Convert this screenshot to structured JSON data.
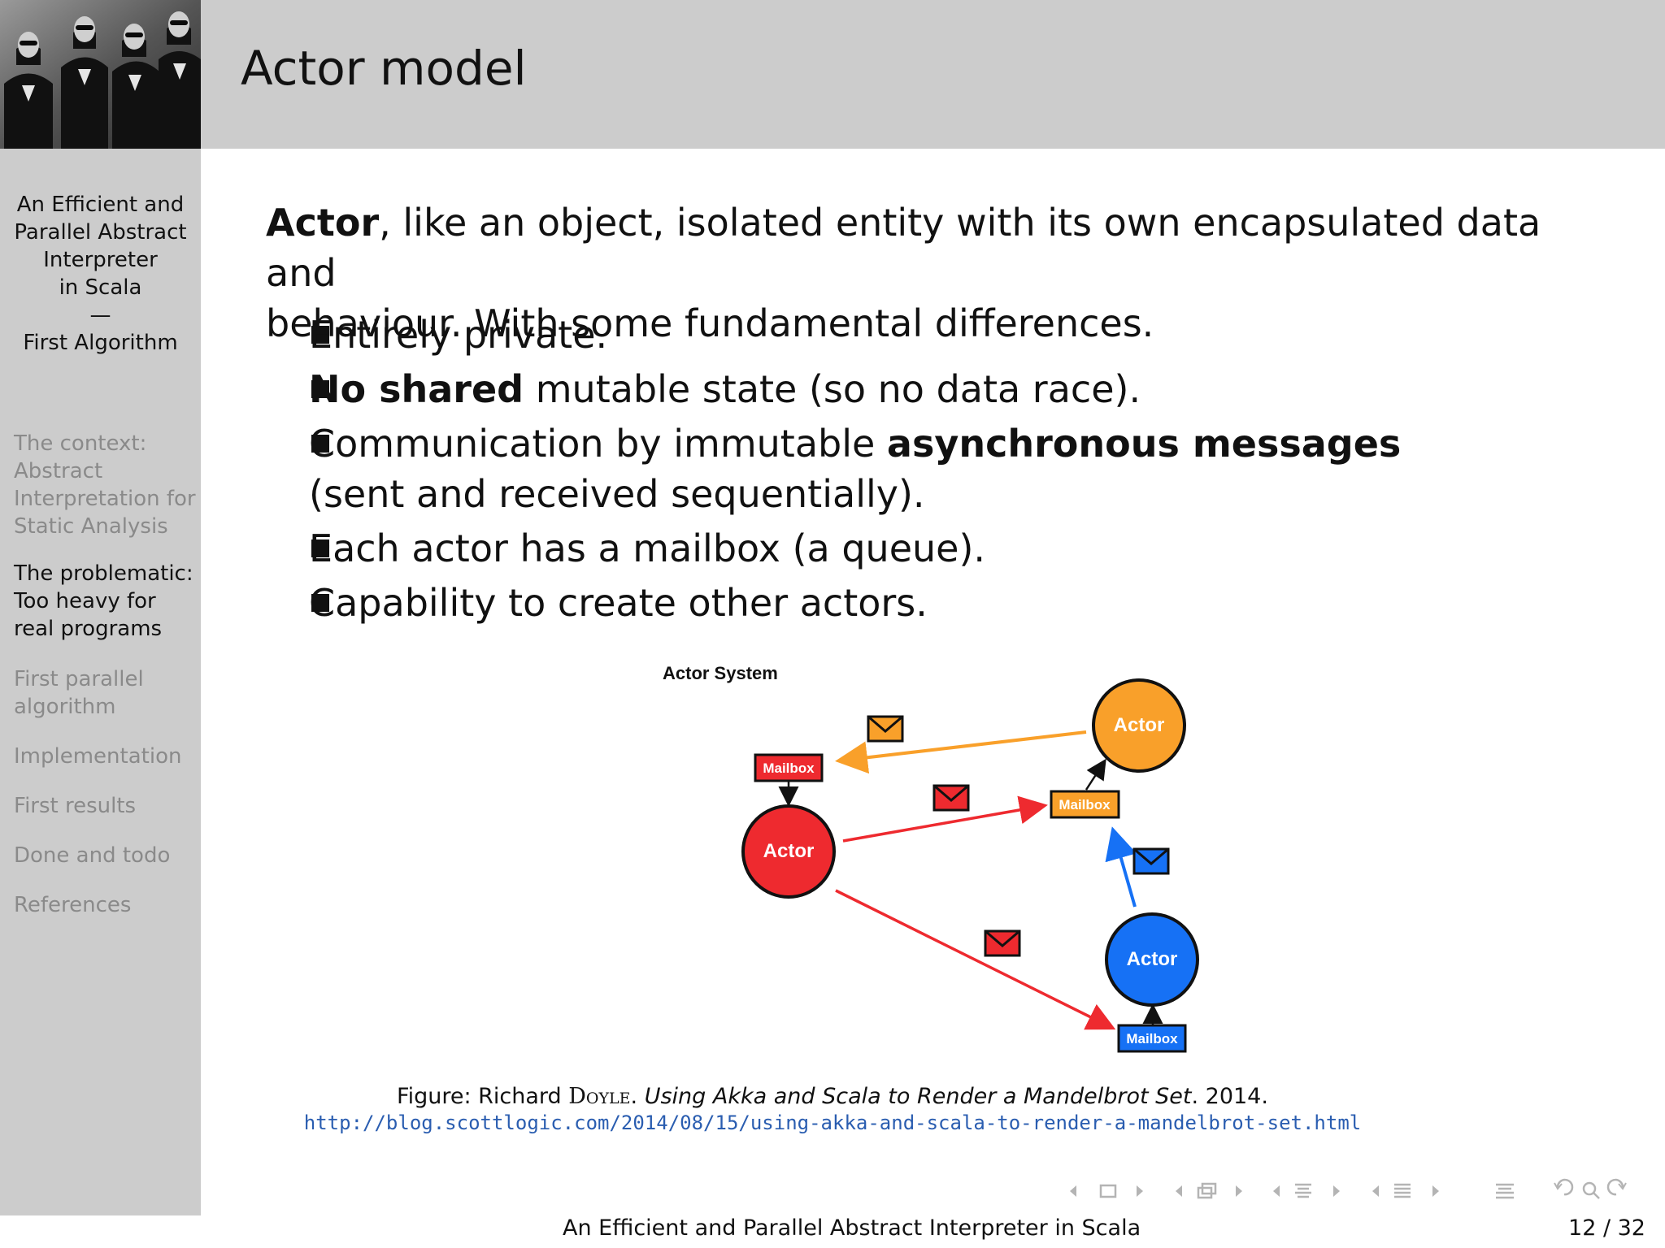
{
  "slide": {
    "title": "Actor model"
  },
  "sidebar": {
    "talk_title_lines": [
      "An Efficient and",
      "Parallel Abstract",
      "Interpreter",
      "in Scala",
      "—",
      "First Algorithm"
    ],
    "sections": [
      {
        "label_lines": [
          "The context:",
          "Abstract",
          "Interpretation for",
          "Static Analysis"
        ],
        "active": false
      },
      {
        "label_lines": [
          "The problematic:",
          "Too heavy for",
          "real programs"
        ],
        "active": true
      },
      {
        "label_lines": [
          "First parallel",
          "algorithm"
        ],
        "active": false
      },
      {
        "label_lines": [
          "Implementation"
        ],
        "active": false
      },
      {
        "label_lines": [
          "First results"
        ],
        "active": false
      },
      {
        "label_lines": [
          "Done and todo"
        ],
        "active": false
      },
      {
        "label_lines": [
          "References"
        ],
        "active": false
      }
    ]
  },
  "content": {
    "intro_bold": "Actor",
    "intro_rest_line1": ", like an object, isolated entity with its own encapsulated data and",
    "intro_line2": "behaviour.  With some fundamental differences.",
    "bullets": {
      "b1": "Entirely private.",
      "b2_bold": "No shared",
      "b2_rest": " mutable state (so no data race).",
      "b3_pre": "Communication by immutable ",
      "b3_bold": "asynchronous messages",
      "b3_line2": "(sent and received sequentially).",
      "b4": "Each actor has a mailbox (a queue).",
      "b5": "Capability to create other actors."
    }
  },
  "figure": {
    "system_label": "Actor System",
    "actor_label": "Actor",
    "mailbox_label": "Mailbox",
    "colors": {
      "red": "#ee2a2f",
      "orange": "#f9a02a",
      "blue": "#1671f5"
    }
  },
  "caption": {
    "prefix": "Figure:  Richard ",
    "author": "Doyle",
    "sep": ".  ",
    "title": "Using Akka and Scala to Render a Mandelbrot Set",
    "year": ". 2014.",
    "url": "http://blog.scottlogic.com/2014/08/15/using-akka-and-scala-to-render-a-mandelbrot-set.html"
  },
  "footer": {
    "title": "An Efficient and Parallel Abstract Interpreter in Scala",
    "page": "12 / 32"
  }
}
